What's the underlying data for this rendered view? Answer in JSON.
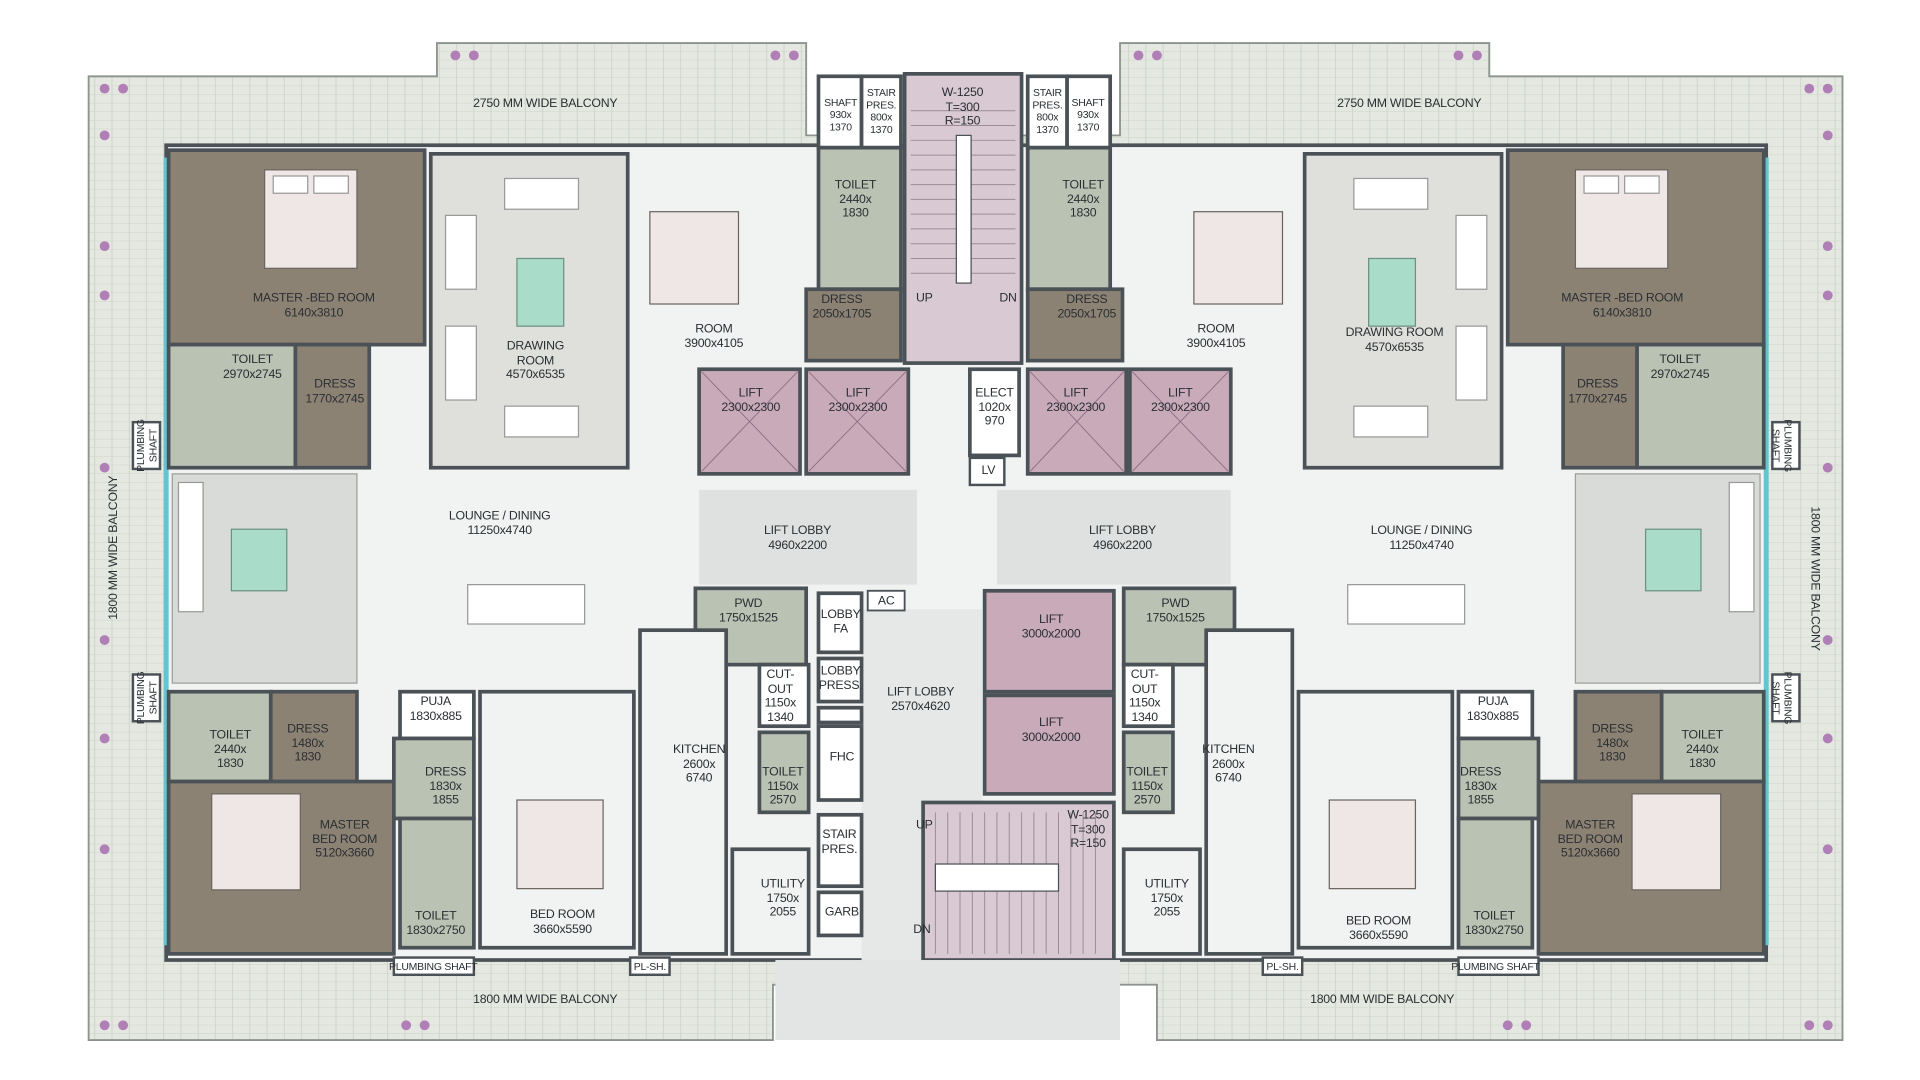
{
  "colors": {
    "wall": "#4b5257",
    "balcony_tile": "#e4e8e0",
    "marble": "#f1f2f2",
    "wood_floor": "#8c8274",
    "wet_area": "#b9c2b3",
    "lift": "#c9aab9",
    "stair": "#d9c9d2",
    "lobby": "#dfe1e0",
    "glass_edge": "#5fc6d2",
    "planter_flower": "#b07fb5"
  },
  "balconies": {
    "top_left": "2750 MM WIDE BALCONY",
    "top_right": "2750 MM WIDE BALCONY",
    "left": "1800 MM WIDE BALCONY",
    "right": "1800 MM WIDE BALCONY",
    "bottom_left": "1800 MM WIDE BALCONY",
    "bottom_right": "1800 MM WIDE BALCONY"
  },
  "left_unit": {
    "master_bed": "MASTER -BED ROOM\n6140x3810",
    "master_toilet": "TOILET\n2970x2745",
    "master_dress": "DRESS\n1770x2745",
    "drawing": "DRAWING\nROOM\n4570x6535",
    "room": "ROOM\n3900x4105",
    "toilet_top": "TOILET\n2440x\n1830",
    "dress_top": "DRESS\n2050x1705",
    "lounge": "LOUNGE / DINING\n11250x4740",
    "plumbing_shaft_1": "PLUMBING\nSHAFT",
    "plumbing_shaft_2": "PLUMBING\nSHAFT",
    "pwd": "PWD\n1750x1525",
    "toilet_small": "TOILET\n2440x\n1830",
    "dress_small": "DRESS\n1480x\n1830",
    "master_bed_2": "MASTER\nBED ROOM\n5120x3660",
    "puja": "PUJA\n1830x885",
    "dress_2": "DRESS\n1830x\n1855",
    "toilet_2": "TOILET\n1830x2750",
    "bed_room": "BED ROOM\n3660x5590",
    "kitchen": "KITCHEN\n2600x\n6740",
    "cut_out": "CUT-\nOUT\n1150x\n1340",
    "toilet_3": "TOILET\n1150x\n2570",
    "utility": "UTILITY\n1750x\n2055",
    "plumbing_shaft_bottom": "PLUMBING SHAFT",
    "pl_sh": "PL-SH."
  },
  "right_unit": {
    "master_bed": "MASTER -BED ROOM\n6140x3810",
    "master_toilet": "TOILET\n2970x2745",
    "master_dress": "DRESS\n1770x2745",
    "drawing": "DRAWING ROOM\n4570x6535",
    "room": "ROOM\n3900x4105",
    "toilet_top": "TOILET\n2440x\n1830",
    "dress_top": "DRESS\n2050x1705",
    "lounge": "LOUNGE / DINING\n11250x4740",
    "plumbing_shaft_1": "PLUMBING\nSHAFT",
    "plumbing_shaft_2": "PLUMBING\nSHAFT",
    "pwd": "PWD\n1750x1525",
    "toilet_small": "TOILET\n2440x\n1830",
    "dress_small": "DRESS\n1480x\n1830",
    "master_bed_2": "MASTER\nBED ROOM\n5120x3660",
    "puja": "PUJA\n1830x885",
    "dress_2": "DRESS\n1830x\n1855",
    "toilet_2": "TOILET\n1830x2750",
    "bed_room": "BED ROOM\n3660x5590",
    "kitchen": "KITCHEN\n2600x\n6740",
    "cut_out": "CUT-\nOUT\n1150x\n1340",
    "toilet_3": "TOILET\n1150x\n2570",
    "utility": "UTILITY\n1750x\n2055",
    "plumbing_shaft_bottom": "PLUMBING SHAFT",
    "pl_sh": "PL-SH."
  },
  "core": {
    "shaft_left": "SHAFT\n930x\n1370",
    "stair_pres_left": "STAIR\nPRES.\n800x\n1370",
    "stair_top": "W-1250\nT=300\nR=150",
    "stair_pres_right": "STAIR\nPRES.\n800x\n1370",
    "shaft_right": "SHAFT\n930x\n1370",
    "up_top": "UP",
    "dn_top": "DN",
    "lift_1": "LIFT\n2300x2300",
    "lift_2": "LIFT\n2300x2300",
    "lift_3": "LIFT\n2300x2300",
    "lift_4": "LIFT\n2300x2300",
    "elect": "ELECT\n1020x\n970",
    "lv": "LV",
    "lift_lobby_left": "LIFT LOBBY\n4960x2200",
    "lift_lobby_right": "LIFT LOBBY\n4960x2200",
    "ac": "AC",
    "lobby_fa": "LOBBY\nFA",
    "lobby_press": "LOBBY\nPRESS.",
    "fhc": "FHC",
    "stair_pres_bottom": "STAIR\nPRES.",
    "garb": "GARB",
    "lift_lobby_center": "LIFT LOBBY\n2570x4620",
    "lift_5": "LIFT\n3000x2000",
    "lift_6": "LIFT\n3000x2000",
    "stair_bottom": "W-1250\nT=300\nR=150",
    "up_bottom": "UP",
    "dn_bottom": "DN"
  }
}
